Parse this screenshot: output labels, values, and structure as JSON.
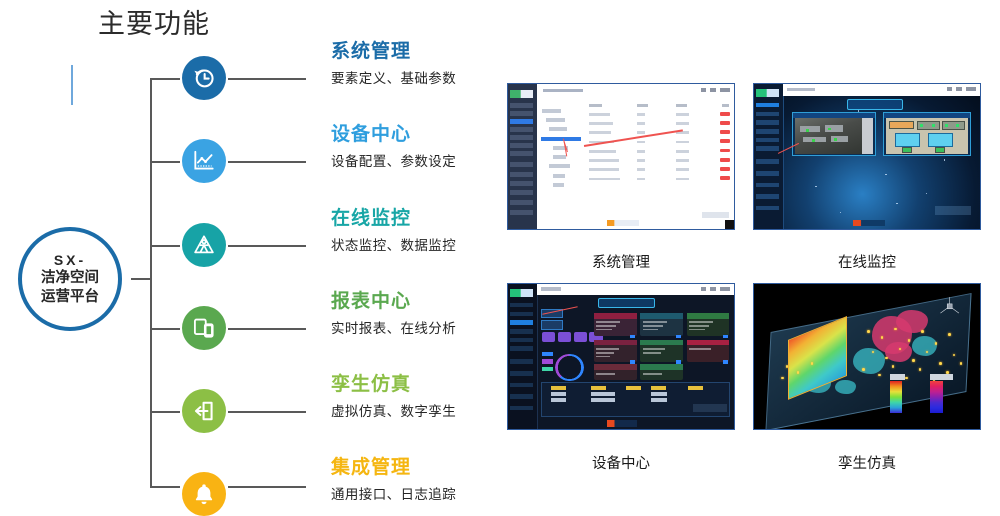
{
  "page": {
    "title": "主要功能",
    "hub": {
      "line1": "SX-",
      "line2": "洁净空间",
      "line3": "运营平台"
    },
    "accent_color": "#1b6ca8"
  },
  "features": [
    {
      "id": "system-management",
      "title": "系统管理",
      "subtitle": "要素定义、基础参数",
      "color": "#1b6ca8",
      "icon": "history-clock-icon",
      "icon_color": "#1b6ca8"
    },
    {
      "id": "device-center",
      "title": "设备中心",
      "subtitle": "设备配置、参数设定",
      "color": "#2f9ede",
      "icon": "line-chart-icon",
      "icon_color": "#3aa3e3"
    },
    {
      "id": "online-monitoring",
      "title": "在线监控",
      "subtitle": "状态监控、数据监控",
      "color": "#18a6a6",
      "icon": "triangle-pyramid-icon",
      "icon_color": "#17a3a6"
    },
    {
      "id": "report-center",
      "title": "报表中心",
      "subtitle": "实时报表、在线分析",
      "color": "#5aa84f",
      "icon": "devices-icon",
      "icon_color": "#5aa84f"
    },
    {
      "id": "twin-simulation",
      "title": "孪生仿真",
      "subtitle": "虚拟仿真、数字孪生",
      "color": "#8cbf45",
      "icon": "login-arrow-icon",
      "icon_color": "#8cbf45"
    },
    {
      "id": "integration-management",
      "title": "集成管理",
      "subtitle": "通用接口、日志追踪",
      "color": "#f5b611",
      "icon": "bell-icon",
      "icon_color": "#f9b313"
    }
  ],
  "screenshots": [
    {
      "id": "shot-system-management",
      "caption": "系统管理",
      "kind": "light-admin-table"
    },
    {
      "id": "shot-online-monitoring",
      "caption": "在线监控",
      "kind": "space-monitor-dashboard"
    },
    {
      "id": "shot-device-center",
      "caption": "设备中心",
      "kind": "dark-device-dashboard"
    },
    {
      "id": "shot-twin-simulation",
      "caption": "孪生仿真",
      "kind": "cfd-simulation-3d"
    }
  ]
}
